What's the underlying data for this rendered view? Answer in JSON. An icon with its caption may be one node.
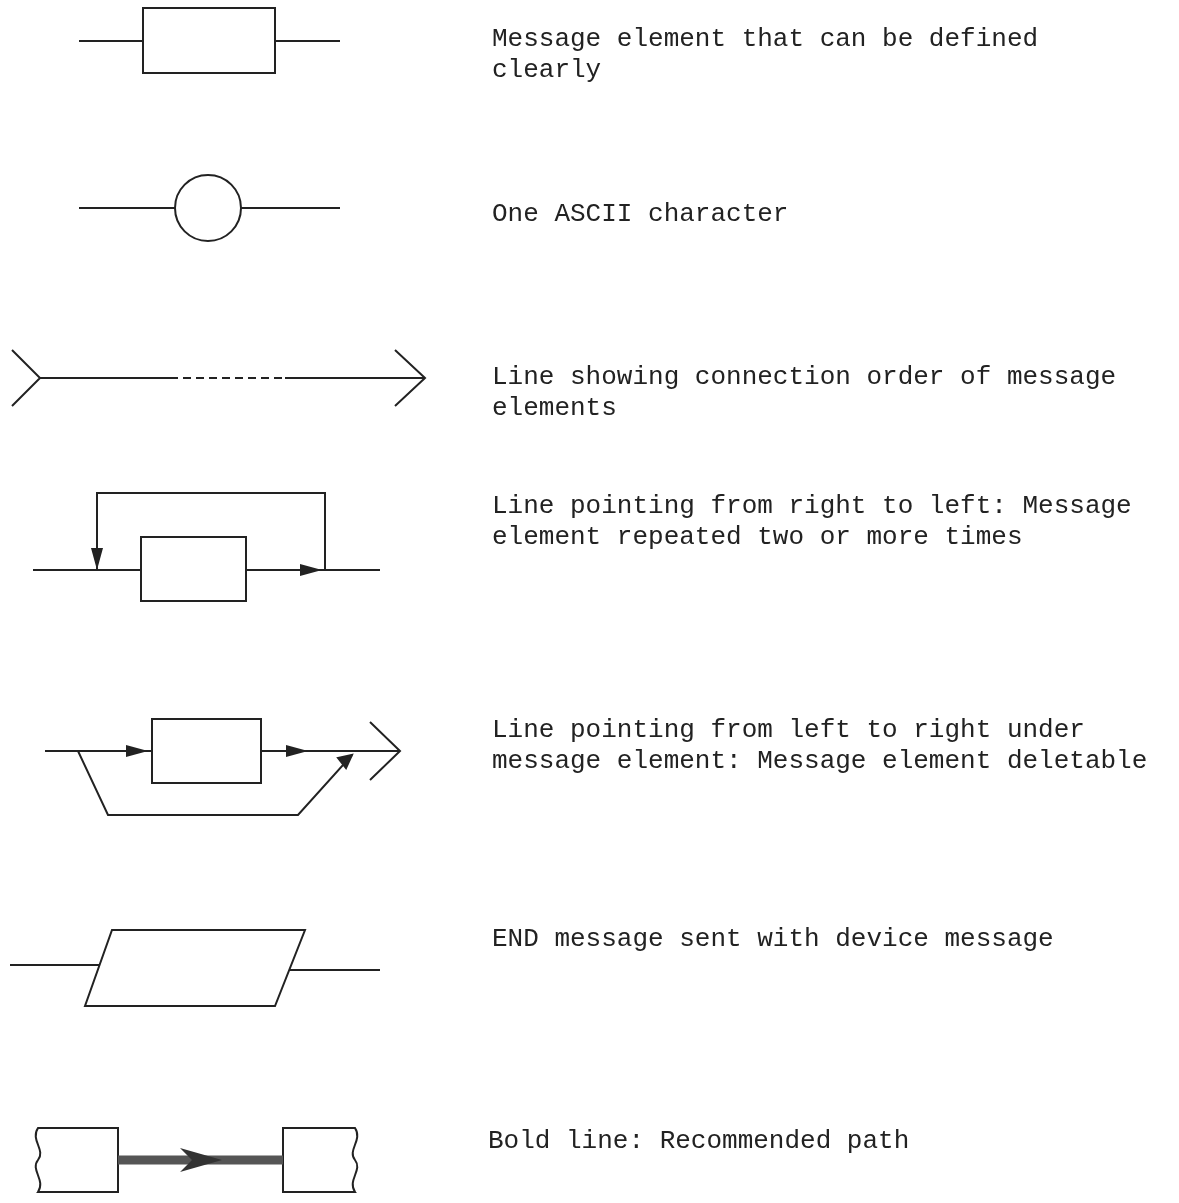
{
  "diagram": {
    "legend": [
      {
        "text": "Message element that can be defined clearly"
      },
      {
        "text": "One ASCII character"
      },
      {
        "text": "Line showing connection order of message elements"
      },
      {
        "text": "Line pointing from right to left: Message element repeated two or more times"
      },
      {
        "text": "Line pointing from left to right under message element: Message element deletable"
      },
      {
        "text": "END message sent with device message"
      },
      {
        "text": "Bold line: Recommended path"
      }
    ]
  }
}
